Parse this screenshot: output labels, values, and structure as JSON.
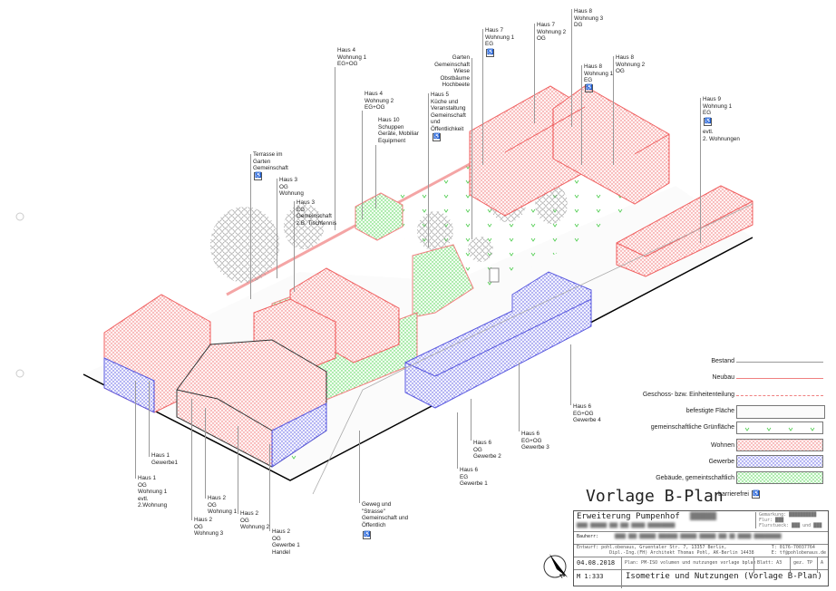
{
  "labels": {
    "haus4_w1": "Haus 4\nWohnung 1\nEG+OG",
    "haus4_w2": "Haus 4\nWohnung 2\nEG+OG",
    "haus10": "Haus 10\nSchuppen\nGeräte, Mobiliar\nEquipment",
    "garten": "Garten\nGemeinschaft\nWiese\nObstbäume\nHochbeete",
    "haus5": "Haus 5\nKüche und\nVeranstaltung\nGemeinschaft\nund\nÖffentlichkeit",
    "terrasse": "Terrasse im\nGarten\nGemeinschaft",
    "haus3_og": "Haus 3\nOG\nWohnung",
    "haus3_eg": "Haus 3\nEG\nGemeinschaft\nz.B. Tischtennis",
    "haus7_w1": "Haus 7\nWohnung 1\nEG",
    "haus7_w2": "Haus 7\nWohnung 2\nOG",
    "haus8_w3": "Haus 8\nWohnung 3\nDG",
    "haus8_w1": "Haus 8\nWohnung 1\nEG",
    "haus8_w2": "Haus 8\nWohnung 2\nOG",
    "haus9": "Haus 9\nWohnung 1\nEG",
    "haus9_note": "evtl.\n2. Wohnungen",
    "haus1_gew": "Haus 1\nGewerbe1",
    "haus1_og": "Haus 1\nOG\nWohnung 1\nevtl.\n2.Wohnung",
    "haus2_w1": "Haus 2\nOG\nWohnung 1",
    "haus2_w3": "Haus 2\nOG\nWohnung 3",
    "haus2_w2": "Haus 2\nOG\nWohnung 2",
    "haus2_gew": "Haus 2\nOG\nGewerbe 1\nHandel",
    "geweg": "Geweg und\n\"Strasse\"\nGemeinschaft und\nÖffentlich",
    "haus6_g1": "Haus 6\nEG\nGewerbe 1",
    "haus6_g2": "Haus 6\nOG\nGewerbe 2",
    "haus6_g3": "Haus 6\nEG+OG\nGewerbe 3",
    "haus6_g4": "Haus 6\nEG+OG\nGewerbe 4",
    "wheelchair": "♿"
  },
  "legend": {
    "bestand": "Bestand",
    "neubau": "Neubau",
    "geschoss": "Geschoss- bzw. Einheitenteilung",
    "befestigt": "befestigte Fläche",
    "gruen": "gemeinschaftliche Grünfläche",
    "wohnen": "Wohnen",
    "gewerbe": "Gewerbe",
    "gemein": "Gebäude, gemeintschaftlich",
    "barrierefrei": "barrierefrei",
    "colors": {
      "wohnen": "#f06060",
      "gewerbe": "#5a5ae0",
      "gemein": "#4ccc4c",
      "neubau": "#f08080",
      "bestand": "#999999"
    }
  },
  "titleblock": {
    "heading": "Vorlage B-Plan",
    "project": "Erweiterung Pumpenhof",
    "project_blur": "██████",
    "address_blur": "████ ██████ ███ ███ █████ ██████████",
    "gemarkung": "Gemarkung: ██████████\nFlur: ███\nFlurstueck: ███ und ███",
    "bauherr_label": "Bauherr:",
    "bauherr_blur": "████ ███ ██████ ███████ ██████ ██████ ███ ██ █████ ██████████",
    "entwurf": "Entwurf: pohl.obenaus, Gruentaler Str. 7, 13357 Berlin,\n            Dipl.-Ing.(FH) Architekt Thomas Pohl, AK-Berlin 14438",
    "contact": "T: 0176-70037764\nE: tf@pohlobenaus.de",
    "date": "04.08.2018",
    "plan": "Plan: PM-ISO volumen und nutzungen vorlage bplan",
    "blatt": "Blatt: A3",
    "gez": "gez. TP",
    "index": "A",
    "scale": "M 1:333",
    "subject": "Isometrie und Nutzungen (Vorlage B-Plan)",
    "north": "N"
  }
}
